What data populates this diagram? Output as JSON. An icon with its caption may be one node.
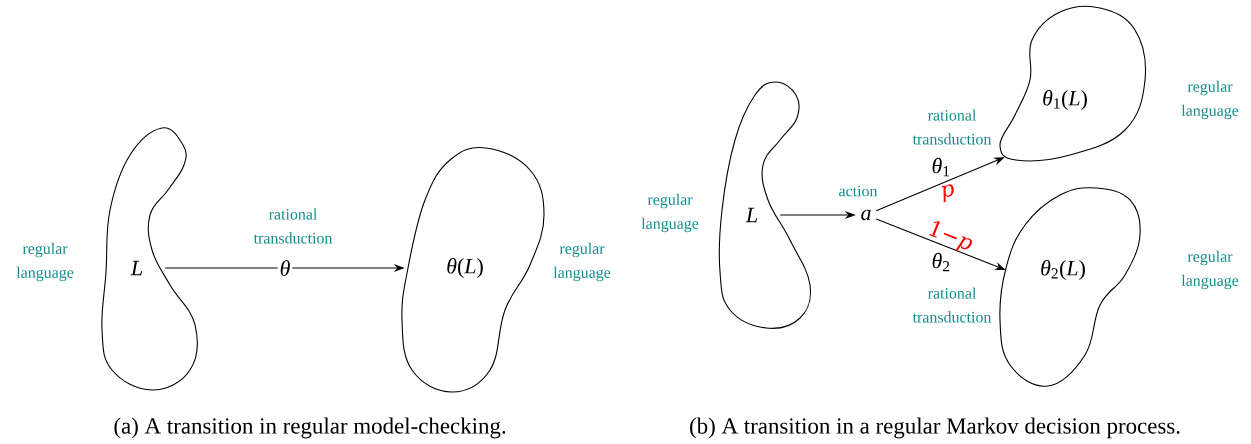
{
  "diagram": {
    "nodes": [
      {
        "text": [
          "L"
        ],
        "beside": [
          "regular language"
        ]
      },
      {
        "text": [
          "*θ*(*L*)"
        ],
        "beside": [
          "regular language"
        ]
      },
      {
        "text": [
          "L"
        ],
        "beside": [
          "regular language"
        ]
      },
      {
        "text": [
          "a"
        ],
        "beside": [
          "action"
        ]
      },
      {
        "text": [
          "*θ*$_{1}$(*L*)"
        ],
        "beside": [
          "regular language"
        ]
      },
      {
        "text": [
          "*θ*$_{2}$(*L*)"
        ],
        "beside": [
          "regular language"
        ]
      }
    ],
    "edges": [
      {
        "from": 0,
        "to": 1,
        "arrow": "to",
        "label": "θ"
      },
      {
        "from": 2,
        "to": 3,
        "arrow": "to"
      },
      {
        "from": 3,
        "to": 4,
        "arrow": "to",
        "label": "*θ*$_{1}$"
      },
      {
        "from": 3,
        "to": 5,
        "arrow": "to",
        "label": "*θ*$_{2}$"
      }
    ],
    "labels": [
      "rational transduction",
      "rational transduction",
      "p",
      "1−*p*",
      "rational transduction",
      "(a) A transition in regular model-checking.",
      "(b) A transition in a regular Markov decision process."
    ]
  }
}
